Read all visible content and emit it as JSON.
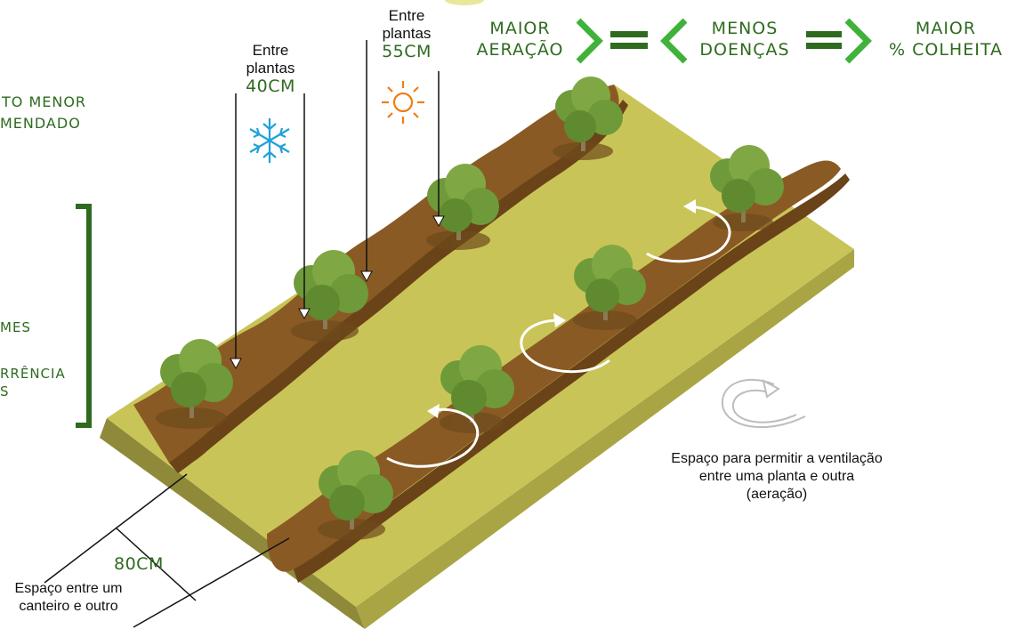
{
  "header": {
    "maior_aeracao": [
      "MAIOR",
      "AERAÇÃO"
    ],
    "menos_doencas": [
      "MENOS",
      "DOENÇAS"
    ],
    "maior_colheita": [
      "MAIOR",
      "% COLHEITA"
    ]
  },
  "left_notes": {
    "top_line1": "TO MENOR",
    "top_line2": "MENDADO",
    "mid_line": "MES",
    "low_line1": "RRÊNCIA",
    "low_line2": "S"
  },
  "spacing_40": {
    "label1": "Entre",
    "label2": "plantas",
    "value": "40CM",
    "icon": "snowflake-icon"
  },
  "spacing_55": {
    "label1": "Entre",
    "label2": "plantas",
    "value": "55CM",
    "icon": "sun-icon"
  },
  "spacing_80": {
    "value": "80CM",
    "caption1": "Espaço entre um",
    "caption2": "canteiro e outro"
  },
  "ventilation": {
    "caption1": "Espaço para permitir a ventilação",
    "caption2": "entre uma planta e outra",
    "caption3": "(aeração)"
  },
  "colors": {
    "dark_green": "#2e6b1f",
    "bright_green": "#3fb23a",
    "soil": "#8a5a24",
    "grass": "#c9c457"
  }
}
